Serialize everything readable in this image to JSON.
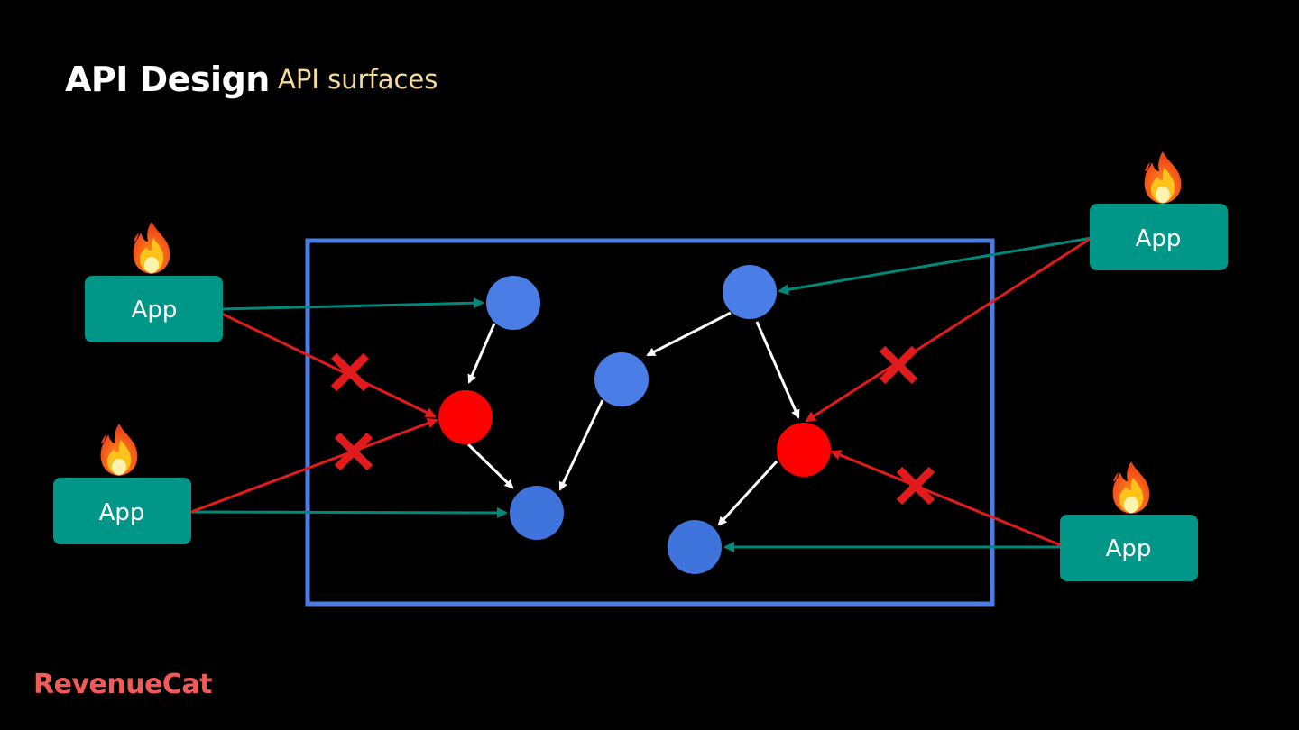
{
  "slide": {
    "title": "API Design",
    "subtitle": "API surfaces"
  },
  "apps": [
    {
      "label": "App"
    },
    {
      "label": "App"
    },
    {
      "label": "App"
    },
    {
      "label": "App"
    }
  ],
  "brand": {
    "logo_text": "RevenueCat"
  },
  "colors": {
    "background": "#000000",
    "title": "#ffffff",
    "subtitle": "#f5dc9a",
    "boundary": "#4a7ee6",
    "public_node": "#4a7ee6",
    "internal_node": "#ff0000",
    "app_box": "#009688",
    "allowed_call": "#00897b",
    "blocked_call": "#e11b1b",
    "internal_edge": "#ffffff",
    "brand": "#f25a5a"
  },
  "icons": {
    "app_badge": "fire-icon",
    "blocked_marker": "cross-icon"
  }
}
